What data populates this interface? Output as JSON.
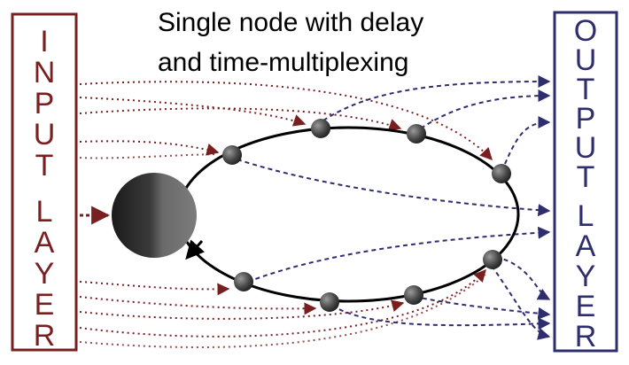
{
  "title": {
    "line1": "Single node with delay",
    "line2": "and time-multiplexing"
  },
  "input_layer": {
    "letters": [
      "I",
      "N",
      "P",
      "U",
      "T",
      "L",
      "A",
      "Y",
      "E",
      "R"
    ],
    "color": "#7a1f1f"
  },
  "output_layer": {
    "letters": [
      "O",
      "U",
      "T",
      "P",
      "U",
      "T",
      "L",
      "A",
      "Y",
      "E",
      "R"
    ],
    "color": "#2e2e6e"
  },
  "colors": {
    "input_arrows": "#7a1f1f",
    "output_arrows": "#2e2e6e",
    "ring": "#000000",
    "node": "#555555"
  }
}
